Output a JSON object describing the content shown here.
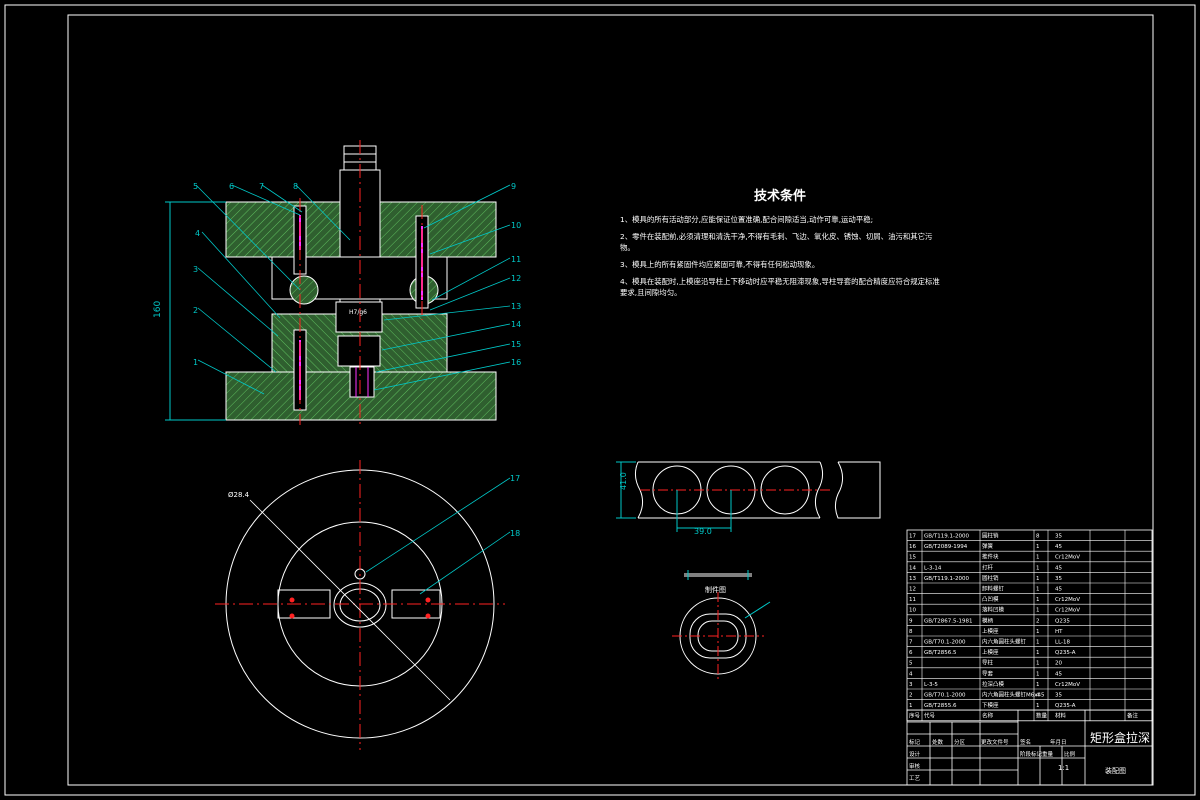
{
  "part_labels": [
    "1",
    "2",
    "3",
    "4",
    "5",
    "6",
    "7",
    "8",
    "9",
    "10",
    "11",
    "12",
    "13",
    "14",
    "15",
    "16",
    "17",
    "18"
  ],
  "dims": {
    "height": "160",
    "fit": "H7/g6",
    "strip_width": "41.0",
    "pitch": "39.0",
    "diameter": "Ø28.4"
  },
  "tech": {
    "title": "技术条件",
    "items": [
      "1、模具的所有活动部分,应能保证位置准确,配合间隙适当,动作可靠,运动平稳;",
      "2、零件在装配前,必须清理和清洗干净,不得有毛刺、飞边、氧化皮、锈蚀、切屑、油污和其它污物。",
      "3、模具上的所有紧固件均应紧固可靠,不得有任何松动现象。",
      "4、模具在装配时,上模座沿导柱上下移动时应平稳无阻滞现象,导柱导套的配合精度应符合规定标准要求,且间隙均匀。"
    ]
  },
  "workpiece_label": "制件图",
  "bom": [
    {
      "no": "17",
      "code": "GB/T119.1-2000",
      "name": "圆柱销",
      "qty": "8",
      "mat": "35",
      "note": ""
    },
    {
      "no": "16",
      "code": "GB/T2089-1994",
      "name": "弹簧",
      "qty": "1",
      "mat": "45",
      "note": ""
    },
    {
      "no": "15",
      "code": "",
      "name": "推件块",
      "qty": "1",
      "mat": "Cr12MoV",
      "note": ""
    },
    {
      "no": "14",
      "code": "L-3-14",
      "name": "打杆",
      "qty": "1",
      "mat": "45",
      "note": ""
    },
    {
      "no": "13",
      "code": "GB/T119.1-2000",
      "name": "圆柱销",
      "qty": "1",
      "mat": "35",
      "note": ""
    },
    {
      "no": "12",
      "code": "",
      "name": "卸料螺钉",
      "qty": "1",
      "mat": "45",
      "note": ""
    },
    {
      "no": "11",
      "code": "",
      "name": "凸凹模",
      "qty": "1",
      "mat": "Cr12MoV",
      "note": ""
    },
    {
      "no": "10",
      "code": "",
      "name": "落料凹模",
      "qty": "1",
      "mat": "Cr12MoV",
      "note": ""
    },
    {
      "no": "9",
      "code": "GB/T2867.5-1981",
      "name": "模柄",
      "qty": "2",
      "mat": "Q235",
      "note": ""
    },
    {
      "no": "8",
      "code": "",
      "name": "上模座",
      "qty": "1",
      "mat": "HT",
      "note": ""
    },
    {
      "no": "7",
      "code": "GB/T70.1-2000",
      "name": "内六角圆柱头螺钉",
      "qty": "1",
      "mat": "LL-18",
      "note": ""
    },
    {
      "no": "6",
      "code": "GB/T2856.5",
      "name": "上模座",
      "qty": "1",
      "mat": "Q235-A",
      "note": ""
    },
    {
      "no": "5",
      "code": "",
      "name": "导柱",
      "qty": "1",
      "mat": "20",
      "note": ""
    },
    {
      "no": "4",
      "code": "",
      "name": "导套",
      "qty": "1",
      "mat": "45",
      "note": ""
    },
    {
      "no": "3",
      "code": "L-3-5",
      "name": "拉深凸模",
      "qty": "1",
      "mat": "Cr12MoV",
      "note": ""
    },
    {
      "no": "2",
      "code": "GB/T70.1-2000",
      "name": "内六角圆柱头螺钉M6x45",
      "qty": "4",
      "mat": "35",
      "note": ""
    },
    {
      "no": "1",
      "code": "GB/T2855.6",
      "name": "下模座",
      "qty": "1",
      "mat": "Q235-A",
      "note": ""
    }
  ],
  "bom_header": {
    "no": "序号",
    "code": "代号",
    "name": "名称",
    "qty": "数量",
    "mat": "材料",
    "note": "备注"
  },
  "title_block": {
    "drawing_title": "矩形盒拉深",
    "drawing_sub": "装配图",
    "scale": "1:1",
    "rows": [
      "标记",
      "设计",
      "审核",
      "工艺"
    ],
    "cols": [
      "处数",
      "分区",
      "更改文件号",
      "签名",
      "年月日"
    ],
    "stage": "阶段标记",
    "weight": "重量",
    "ratio": "比例"
  },
  "colors": {
    "line": "#ffffff",
    "center": "#ff2222",
    "leader": "#00c8c8",
    "hatch": "#3fa63f",
    "bolt": "#ff33ff",
    "fill": "#2f5f2f"
  }
}
